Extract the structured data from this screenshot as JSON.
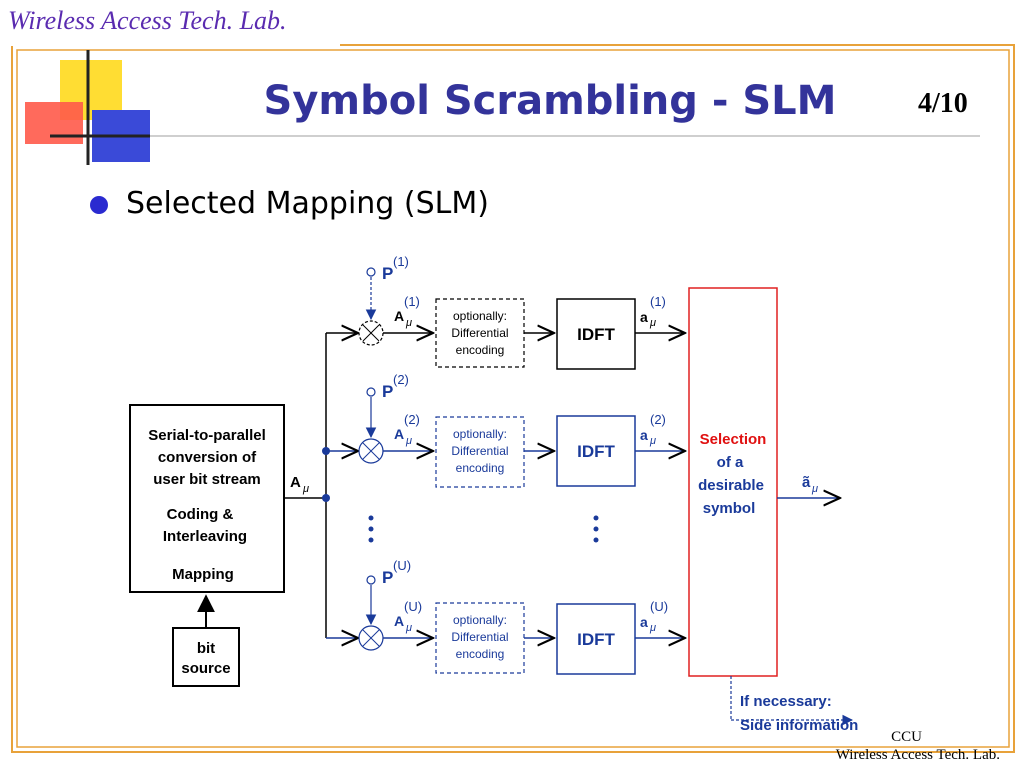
{
  "header": {
    "lab": "Wireless Access Tech. Lab."
  },
  "title": "Symbol Scrambling - SLM",
  "page_number": "4/10",
  "bullet": {
    "text": "Selected Mapping (SLM)"
  },
  "footer": {
    "line1": "CCU",
    "line2": "Wireless Access Tech. Lab."
  },
  "colors": {
    "title": "#33339a",
    "header": "#5a2bb0",
    "selection_text": "#e01010",
    "branch_blue": "#1a3a9a"
  },
  "diagram": {
    "source_block": {
      "lines": [
        "Serial-to-parallel",
        "conversion of",
        "user bit stream"
      ],
      "coding": [
        "Coding &",
        "Interleaving"
      ],
      "mapping": "Mapping"
    },
    "bit_source": [
      "bit",
      "source"
    ],
    "a_mu": "A",
    "branches": [
      {
        "p_label": "P",
        "p_sup": "(1)",
        "a_sup": "(1)",
        "enc": [
          "optionally:",
          "Differential",
          "encoding"
        ],
        "idft": "IDFT",
        "out_sup": "(1)"
      },
      {
        "p_label": "P",
        "p_sup": "(2)",
        "a_sup": "(2)",
        "enc": [
          "optionally:",
          "Differential",
          "encoding"
        ],
        "idft": "IDFT",
        "out_sup": "(2)"
      },
      {
        "p_label": "P",
        "p_sup": "(U)",
        "a_sup": "(U)",
        "enc": [
          "optionally:",
          "Differential",
          "encoding"
        ],
        "idft": "IDFT",
        "out_sup": "(U)"
      }
    ],
    "selection": [
      "Selection",
      "of a",
      "desirable",
      "symbol"
    ],
    "output_label": "ã",
    "side_info": [
      "If necessary:",
      "Side information"
    ]
  }
}
